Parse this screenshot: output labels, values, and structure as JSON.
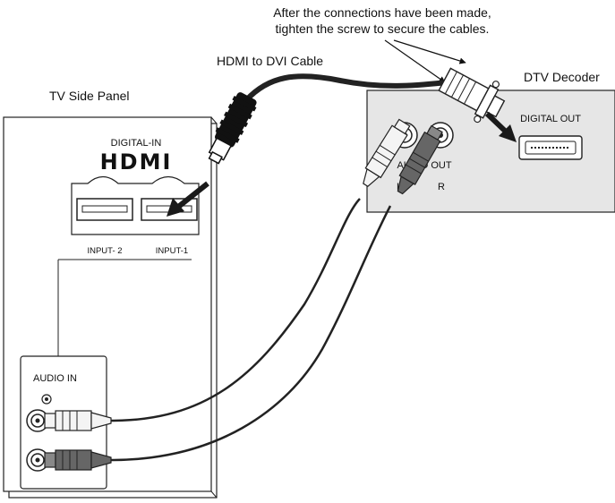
{
  "callout": {
    "line1": "After the connections have been made,",
    "line2": "tighten the screw to secure the cables."
  },
  "cable_label": "HDMI to DVI Cable",
  "tv_panel": {
    "title": "TV Side Panel",
    "digital_in_label": "DIGITAL-IN",
    "hdmi_logo": "HDMI",
    "input_2_label": "INPUT- 2",
    "input_1_label": "INPUT-1",
    "audio_in_label": "AUDIO IN"
  },
  "decoder": {
    "title": "DTV Decoder",
    "digital_out_label": "DIGITAL OUT",
    "audio_out_label": "AUDIO OUT",
    "left_label": "L",
    "right_label": "R"
  },
  "colors": {
    "panel_fill": "#e6e6e6",
    "line": "#222222",
    "white_plug": "#f4f4f4",
    "red_plug": "#666666",
    "arrow": "#1a1a1a"
  }
}
